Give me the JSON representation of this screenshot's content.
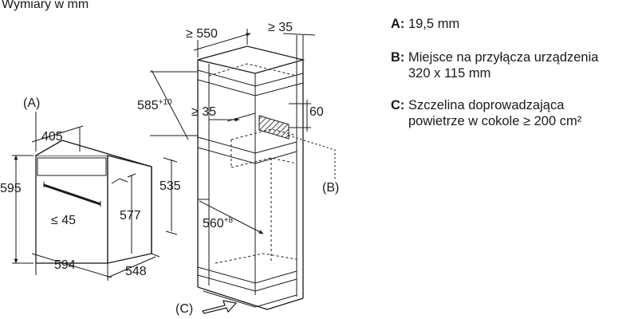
{
  "title": "Wymiary w mm",
  "legend": [
    {
      "key": "A:",
      "line1": "19,5 mm",
      "line2": ""
    },
    {
      "key": "B:",
      "line1": "Miejsce na przyłącza urządzenia",
      "line2": "320 x 115 mm"
    },
    {
      "key": "C:",
      "line1": "Szczelina doprowadzająca",
      "line2": "powietrze w cokole ≥ 200 cm²"
    }
  ],
  "oven": {
    "marker": "(A)",
    "dim_depth_front": "405",
    "dim_height": "595",
    "dim_inner": "≤ 45",
    "dim_577": "577",
    "dim_535": "535",
    "dim_width": "594",
    "dim_depth": "548"
  },
  "cabinet": {
    "dim_550": "≥ 550",
    "dim_35_top": "≥ 35",
    "dim_585": "585",
    "dim_585_sup": "+10",
    "dim_35_mid": "≥ 35",
    "dim_60": "60",
    "dim_560": "560",
    "dim_560_sup": "+8",
    "marker_b": "(B)",
    "marker_c": "(C)"
  }
}
